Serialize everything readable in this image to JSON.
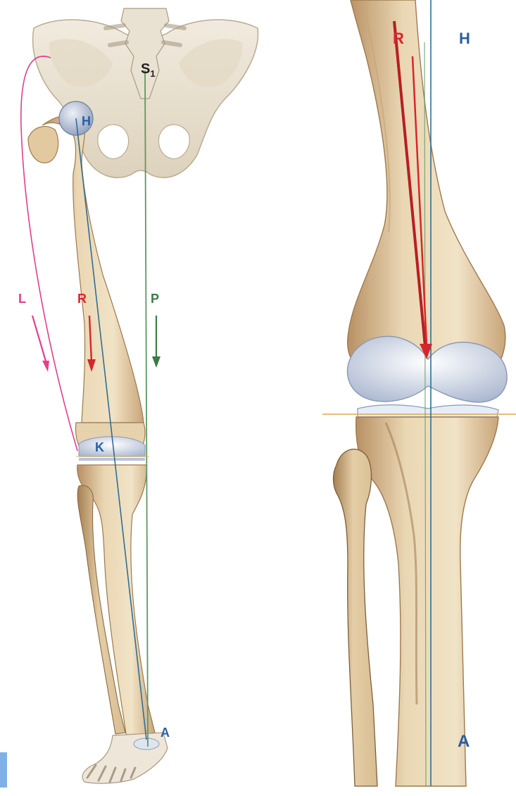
{
  "labels": {
    "s1_main": "S",
    "s1_sub": "1",
    "hip": "H",
    "knee": "K",
    "ankle": "A",
    "load_line": "L",
    "resultant": "R",
    "plumb": "P",
    "detail_resultant": "R",
    "detail_hip": "H",
    "detail_ankle": "A"
  },
  "colors": {
    "bone": "#ead7b4",
    "bone_shade": "#c9a57a",
    "bone_dark": "#9e7a4e",
    "pelvis": "#ebe3d3",
    "cartilage": "#c9d3e6",
    "mechanical_axis": "#2f6f94",
    "resultant": "#d7262b",
    "load_line": "#e0408c",
    "plumb_line": "#5b9a63",
    "joint_line": "#e0a84a",
    "label_blue": "#2a5ea3",
    "label_dark": "#222222",
    "side_tab": "#7fb0e6"
  }
}
